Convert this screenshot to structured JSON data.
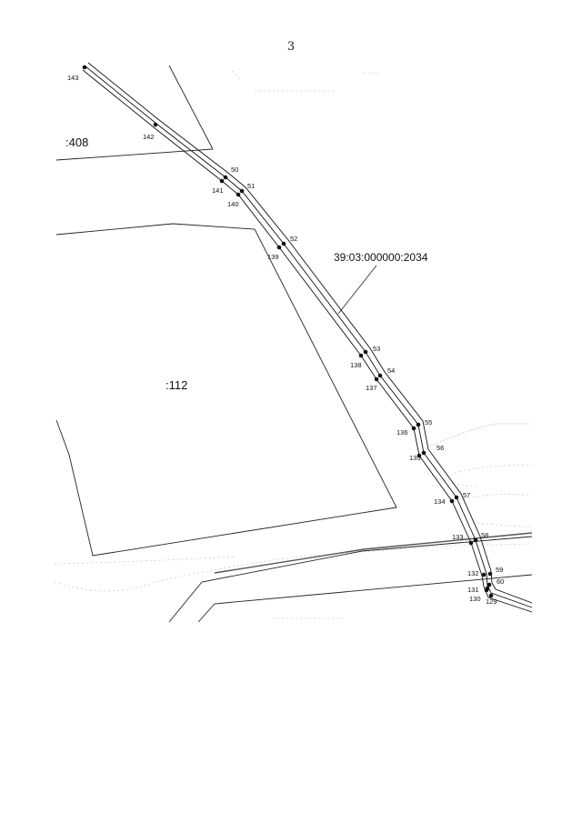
{
  "page_number": "3",
  "cadastral_number": "39:03:000000:2034",
  "parcels": [
    {
      "id": "parcel-408",
      "label": ":408"
    },
    {
      "id": "parcel-112",
      "label": ":112"
    }
  ],
  "points": [
    {
      "id": "143",
      "label": "143"
    },
    {
      "id": "142",
      "label": "142"
    },
    {
      "id": "50",
      "label": "50"
    },
    {
      "id": "141",
      "label": "141"
    },
    {
      "id": "51",
      "label": "51"
    },
    {
      "id": "140",
      "label": "140"
    },
    {
      "id": "52",
      "label": "52"
    },
    {
      "id": "139",
      "label": "139"
    },
    {
      "id": "53",
      "label": "53"
    },
    {
      "id": "138",
      "label": "138"
    },
    {
      "id": "54",
      "label": "54"
    },
    {
      "id": "137",
      "label": "137"
    },
    {
      "id": "55",
      "label": "55"
    },
    {
      "id": "136",
      "label": "136"
    },
    {
      "id": "56",
      "label": "56"
    },
    {
      "id": "135",
      "label": "135"
    },
    {
      "id": "57",
      "label": "57"
    },
    {
      "id": "134",
      "label": "134"
    },
    {
      "id": "58",
      "label": "58"
    },
    {
      "id": "133",
      "label": "133"
    },
    {
      "id": "59",
      "label": "59"
    },
    {
      "id": "132",
      "label": "132"
    },
    {
      "id": "60",
      "label": "60"
    },
    {
      "id": "131",
      "label": "131"
    },
    {
      "id": "130",
      "label": "130"
    },
    {
      "id": "129",
      "label": "129"
    }
  ]
}
